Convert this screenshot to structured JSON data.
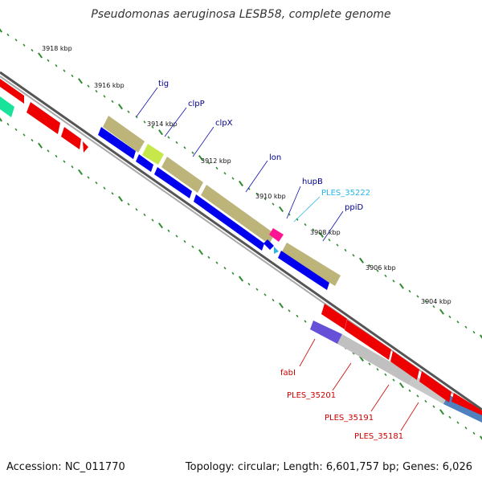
{
  "title": "Pseudomonas aeruginosa LESB58, complete genome",
  "footer": {
    "accession": "Accession: NC_011770",
    "topology": "Topology: circular; Length: 6,601,757 bp; Genes: 6,026"
  },
  "ticks": [
    "3918 kbp",
    "3916 kbp",
    "3914 kbp",
    "3912 kbp",
    "3910 kbp",
    "3908 kbp",
    "3906 kbp",
    "3904 kbp"
  ],
  "genes": [
    {
      "label": "tig",
      "color": "#00008b"
    },
    {
      "label": "clpP",
      "color": "#00008b"
    },
    {
      "label": "clpX",
      "color": "#00008b"
    },
    {
      "label": "lon",
      "color": "#00008b"
    },
    {
      "label": "hupB",
      "color": "#00008b"
    },
    {
      "label": "PLES_35222",
      "color": "#29b6e8"
    },
    {
      "label": "ppiD",
      "color": "#00008b"
    },
    {
      "label": "fabI",
      "color": "#cc0000"
    },
    {
      "label": "PLES_35201",
      "color": "#cc0000"
    },
    {
      "label": "PLES_35191",
      "color": "#cc0000"
    },
    {
      "label": "PLES_35181",
      "color": "#cc0000"
    }
  ],
  "colors": {
    "forward_cds": "#0000ee",
    "reverse_cds": "#ee0000",
    "operon": "#bdb47a",
    "backbone": "#808080",
    "tick": "#2e8b2e"
  }
}
